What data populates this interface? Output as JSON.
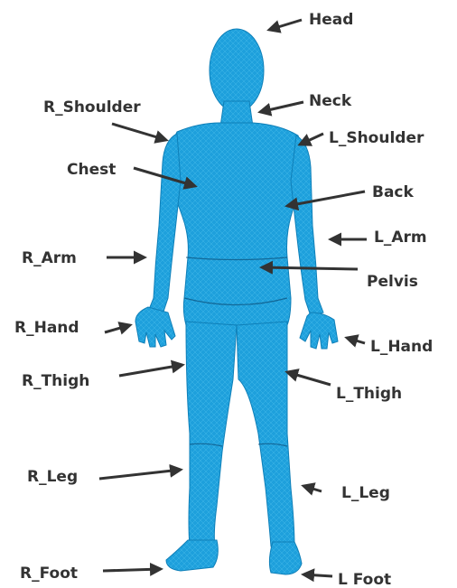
{
  "colors": {
    "body": "#1ea0dc",
    "body_light": "#38b4ea",
    "body_dark": "#0e7fb8",
    "label": "#333333",
    "arrow": "#333333"
  },
  "labels": {
    "head": "Head",
    "neck": "Neck",
    "r_shoulder": "R_Shoulder",
    "l_shoulder": "L_Shoulder",
    "chest": "Chest",
    "back": "Back",
    "r_arm": "R_Arm",
    "l_arm": "L_Arm",
    "pelvis": "Pelvis",
    "r_hand": "R_Hand",
    "l_hand": "L_Hand",
    "r_thigh": "R_Thigh",
    "l_thigh": "L_Thigh",
    "r_leg": "R_Leg",
    "l_leg": "L_Leg",
    "r_foot": "R_Foot",
    "l_foot": "L Foot"
  }
}
